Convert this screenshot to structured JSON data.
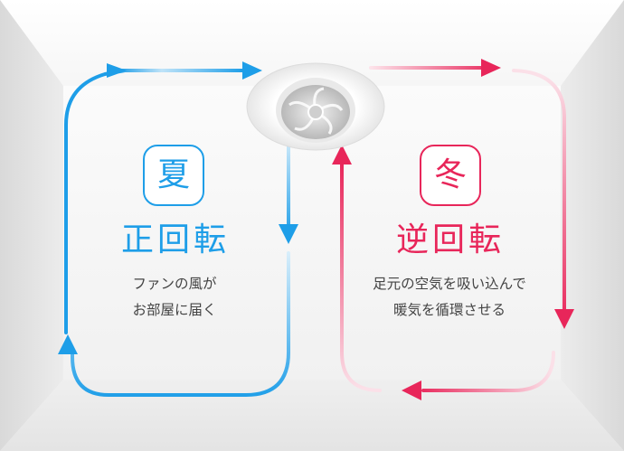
{
  "summer": {
    "season": "夏",
    "mode": "正回転",
    "description": [
      "ファンの風が",
      "お部屋に届く"
    ],
    "color": "#1e9ee8"
  },
  "winter": {
    "season": "冬",
    "mode": "逆回転",
    "description": [
      "足元の空気を吸い込んで",
      "暖気を循環させる"
    ],
    "color": "#e8265a"
  },
  "fan": {
    "icon": "ceiling-fan-icon"
  }
}
